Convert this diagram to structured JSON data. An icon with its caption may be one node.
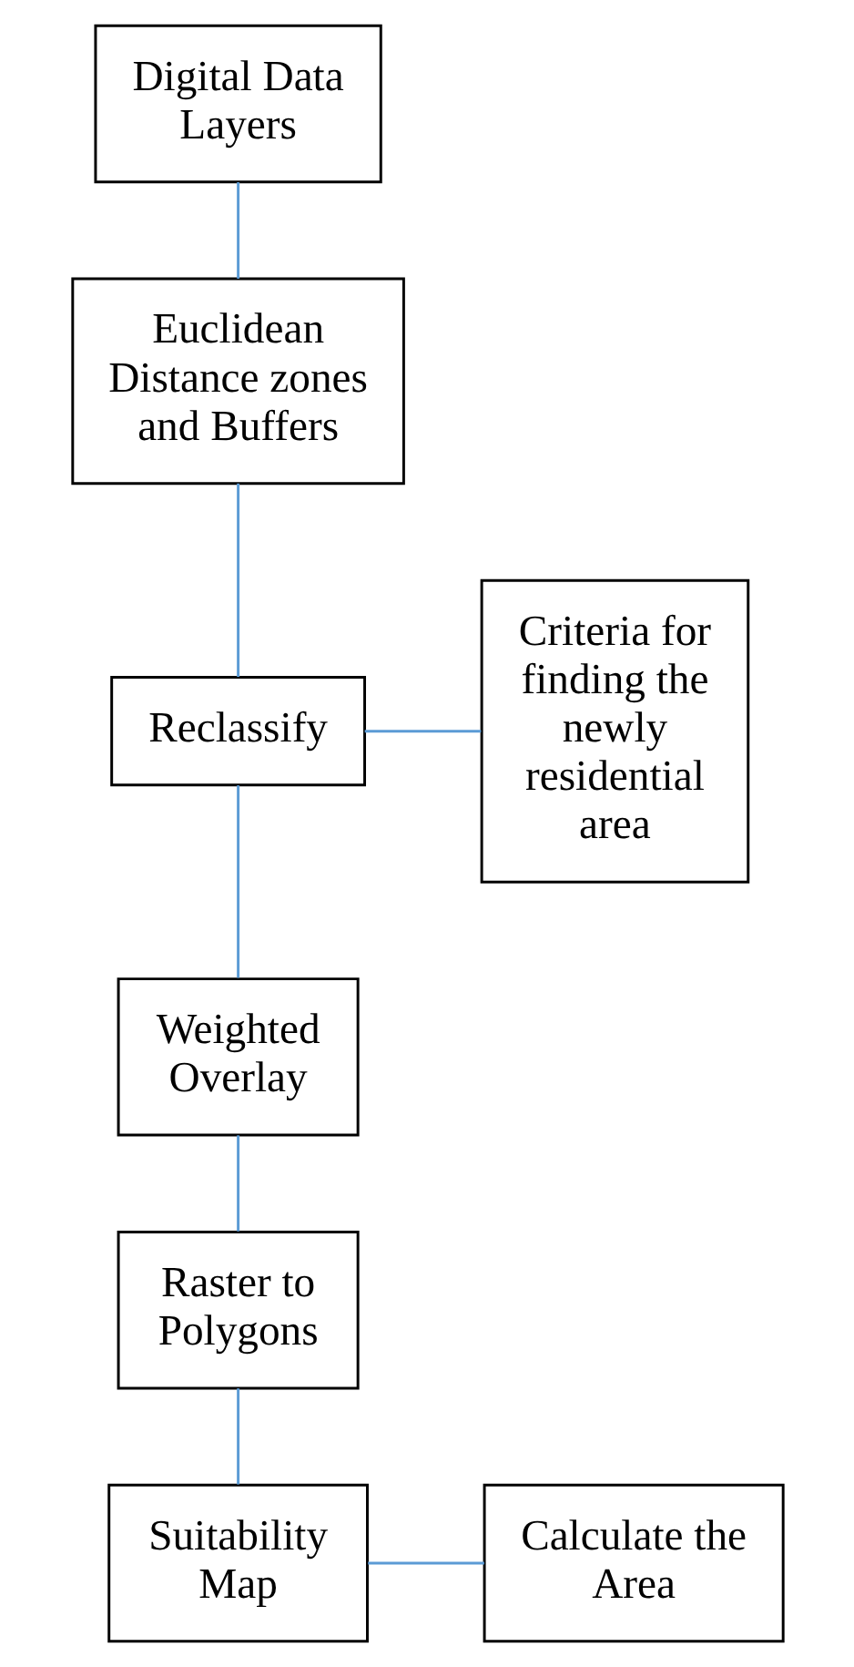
{
  "diagram": {
    "nodes": [
      {
        "text": [
          "Digital Data Layers"
        ]
      },
      {
        "text": [
          "Euclidean Distance zones and Buffers"
        ]
      },
      {
        "text": [
          "Criteria for finding the newly residential area"
        ]
      },
      {
        "text": [
          "Reclassify"
        ]
      },
      {
        "text": [
          "Weighted Overlay"
        ]
      },
      {
        "text": [
          "Raster to Polygons"
        ]
      },
      {
        "text": [
          "Calculate the Area"
        ]
      },
      {
        "text": [
          "Suitability Map"
        ]
      }
    ],
    "edges": [
      {
        "from": 0,
        "to": 1,
        "arrow": "none"
      },
      {
        "from": 1,
        "to": 3,
        "arrow": "none"
      },
      {
        "from": 2,
        "to": 3,
        "arrow": "none"
      },
      {
        "from": 3,
        "to": 4,
        "arrow": "none"
      },
      {
        "from": 4,
        "to": 5,
        "arrow": "none"
      },
      {
        "from": 5,
        "to": 7,
        "arrow": "none"
      },
      {
        "from": 6,
        "to": 7,
        "arrow": "none"
      }
    ]
  }
}
